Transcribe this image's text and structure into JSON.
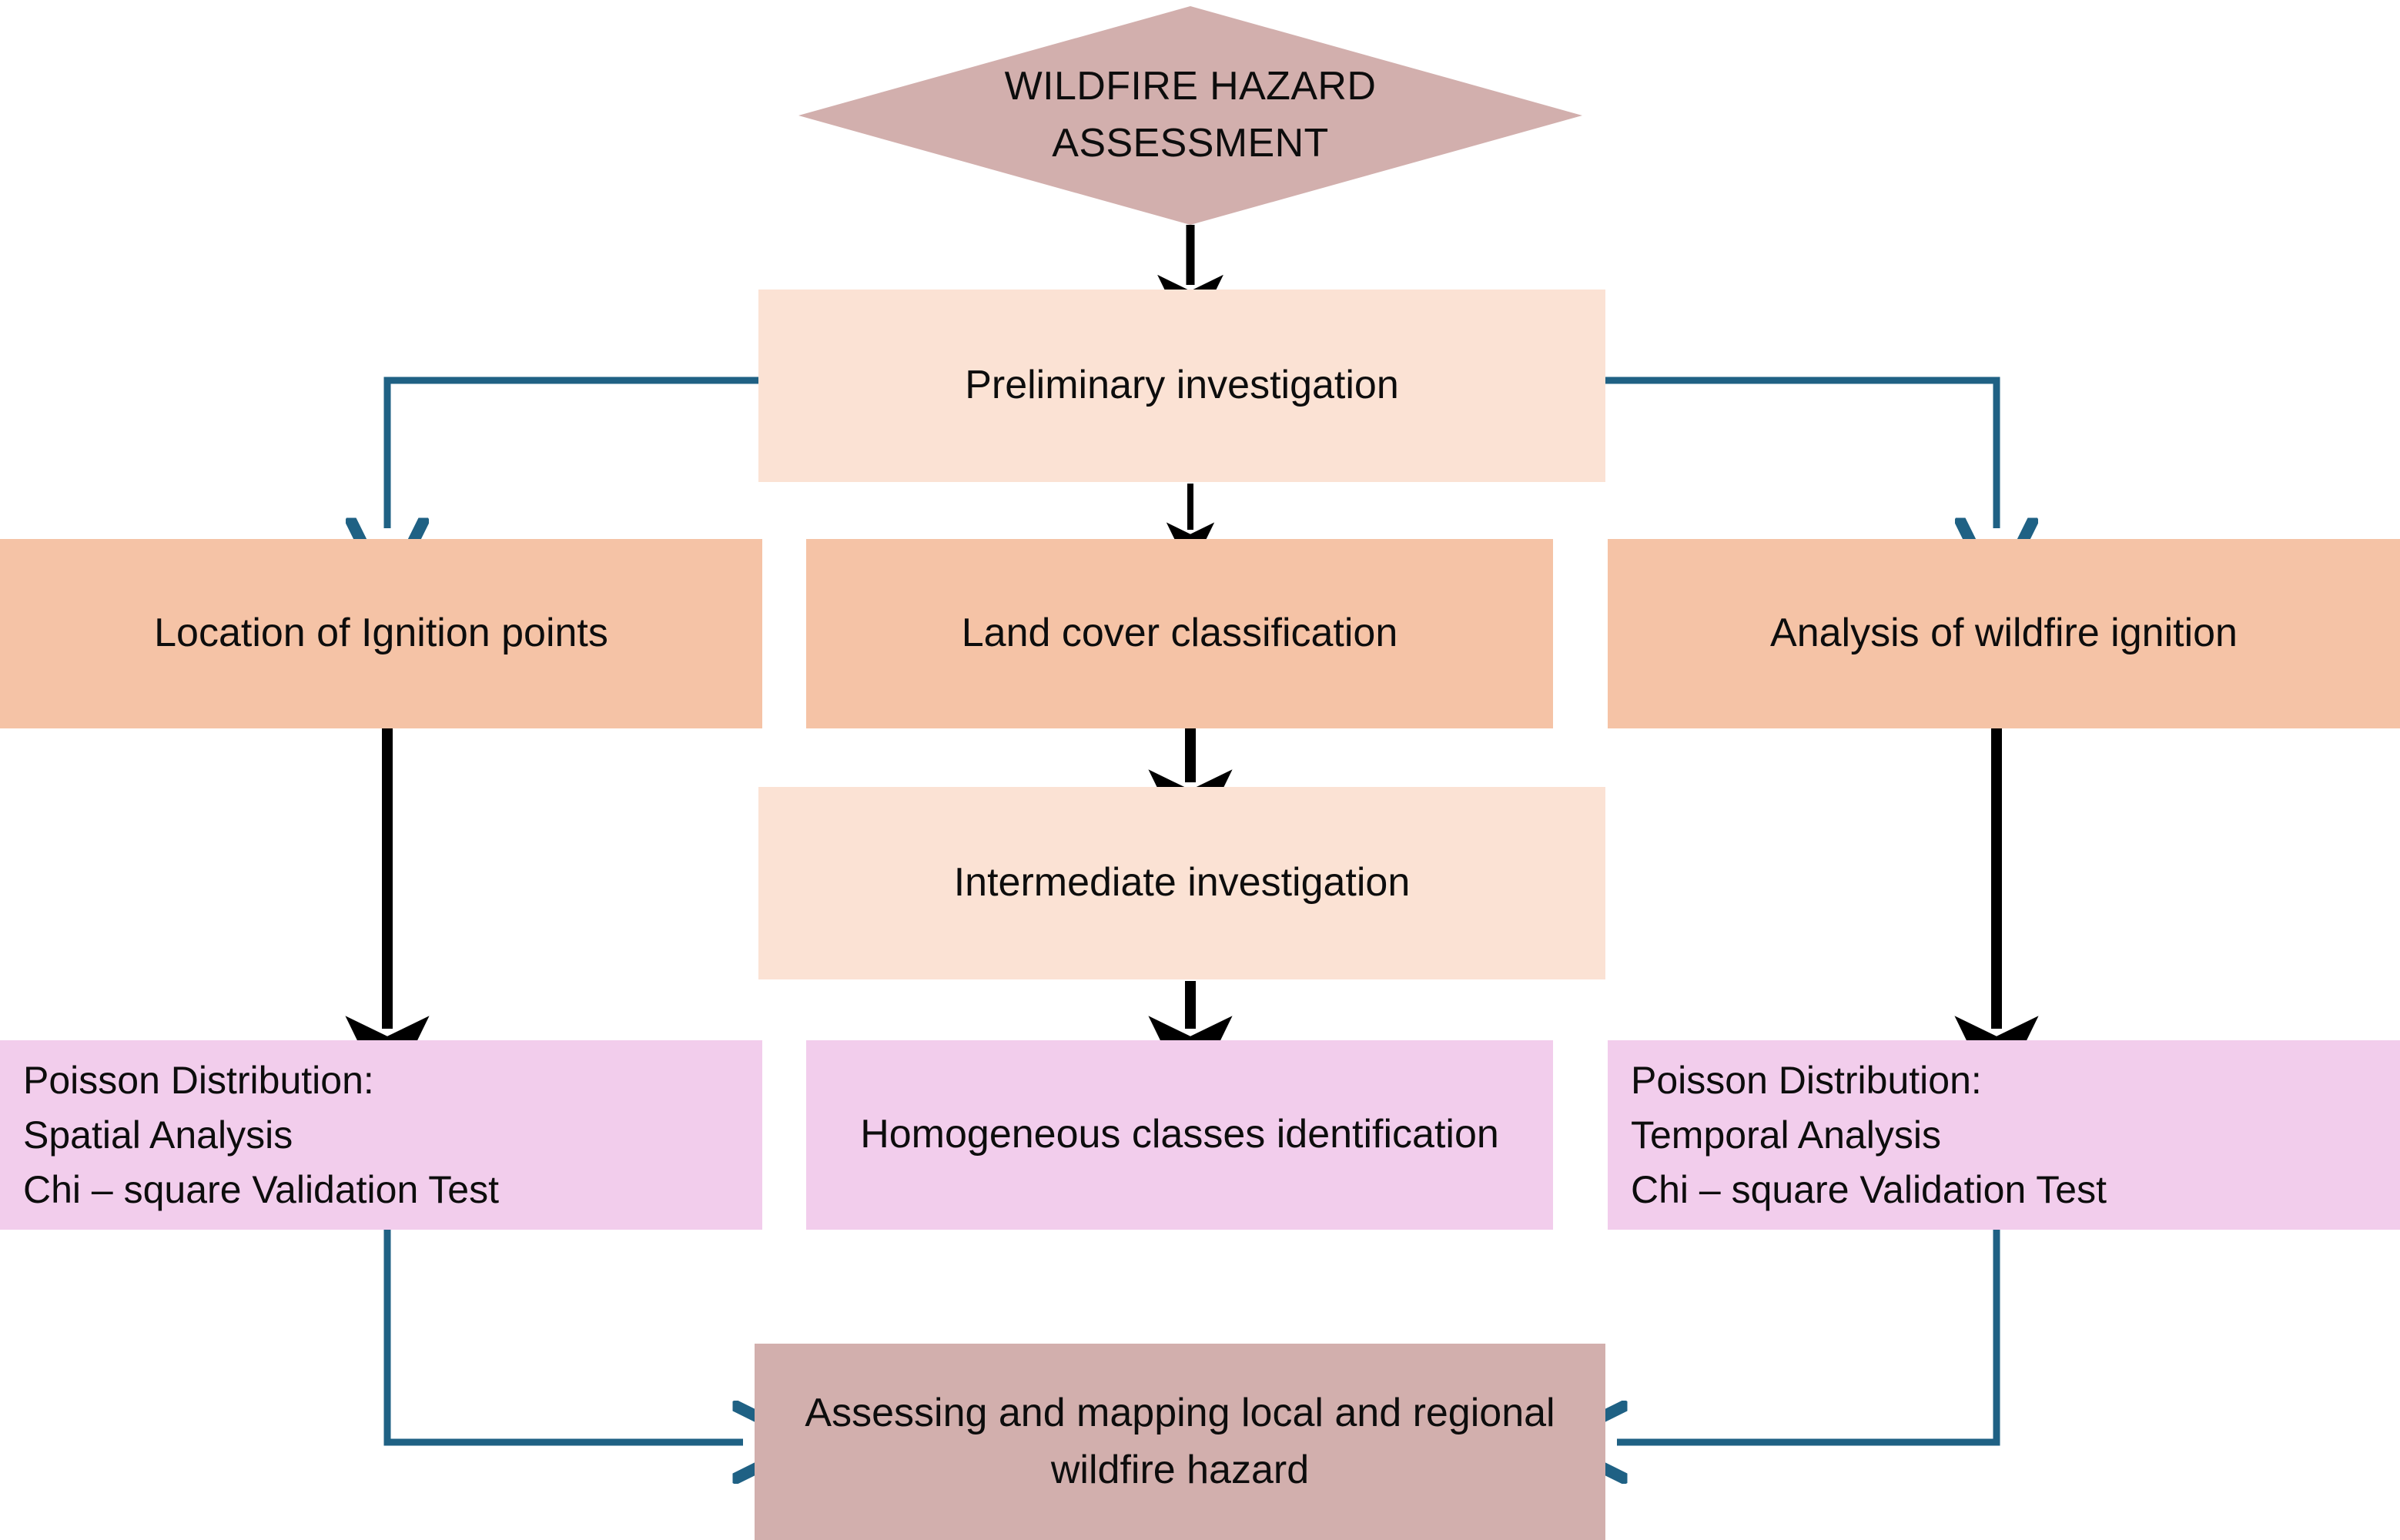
{
  "diagram": {
    "title": "Wildfire Hazard Assessment flowchart",
    "type": "flowchart",
    "colors": {
      "terminator_rose": "#D2AFAD",
      "investigation_peach": "#FBE2D4",
      "process_orange": "#F5C3A6",
      "result_pink": "#F2CDEC",
      "teal_connector": "#1F6184",
      "black_connector": "#000000",
      "background": "#FFFFFF",
      "text": "#0D0D0D"
    }
  },
  "nodes": {
    "start": {
      "label": "WILDFIRE HAZARD\nASSESSMENT",
      "shape": "diamond"
    },
    "preliminary": {
      "label": "Preliminary investigation",
      "shape": "rectangle"
    },
    "ignition_location": {
      "label": "Location of Ignition points",
      "shape": "rectangle"
    },
    "land_cover": {
      "label": "Land cover classification",
      "shape": "rectangle"
    },
    "wildfire_analysis": {
      "label": "Analysis of wildfire ignition",
      "shape": "rectangle"
    },
    "intermediate": {
      "label": "Intermediate investigation",
      "shape": "rectangle"
    },
    "poisson_spatial": {
      "label": "Poisson Distribution:\nSpatial Analysis\nChi – square Validation Test",
      "shape": "rectangle"
    },
    "homogeneous_classes": {
      "label": "Homogeneous  classes identification",
      "shape": "rectangle"
    },
    "poisson_temporal": {
      "label": "Poisson Distribution:\nTemporal Analysis\nChi – square Validation Test",
      "shape": "rectangle"
    },
    "final_output": {
      "label": "Assessing and mapping local and regional\nwildfire hazard",
      "shape": "rectangle"
    }
  },
  "edges": [
    {
      "from": "start",
      "to": "preliminary",
      "style": "black-straight-down"
    },
    {
      "from": "preliminary",
      "to": "ignition_location",
      "style": "teal-elbow-left"
    },
    {
      "from": "preliminary",
      "to": "land_cover",
      "style": "black-straight-down"
    },
    {
      "from": "preliminary",
      "to": "wildfire_analysis",
      "style": "teal-elbow-right"
    },
    {
      "from": "ignition_location",
      "to": "poisson_spatial",
      "style": "black-straight-down"
    },
    {
      "from": "land_cover",
      "to": "intermediate",
      "style": "black-straight-down"
    },
    {
      "from": "intermediate",
      "to": "homogeneous_classes",
      "style": "black-straight-down"
    },
    {
      "from": "wildfire_analysis",
      "to": "poisson_temporal",
      "style": "black-straight-down"
    },
    {
      "from": "poisson_spatial",
      "to": "final_output",
      "style": "teal-elbow-right"
    },
    {
      "from": "poisson_temporal",
      "to": "final_output",
      "style": "teal-elbow-left"
    }
  ]
}
